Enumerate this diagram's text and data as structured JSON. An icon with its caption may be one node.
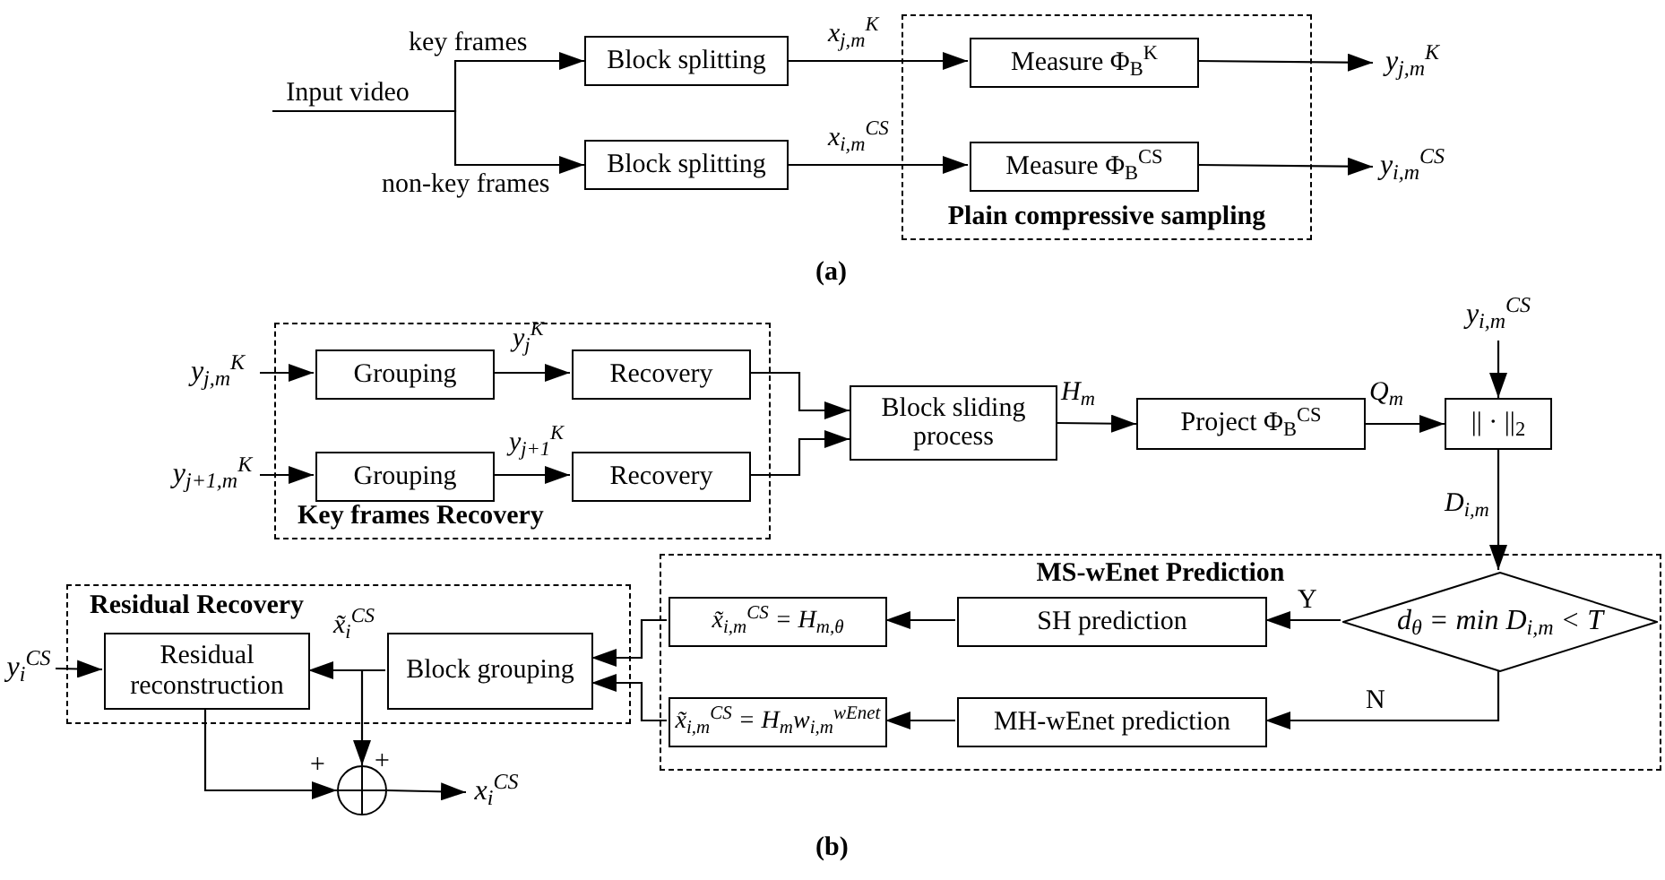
{
  "diagram": {
    "nodes": [
      {
        "text": [
          "Input video"
        ]
      },
      {
        "text": [
          "Block splitting"
        ]
      },
      {
        "text": [
          "Block splitting"
        ]
      },
      {
        "text": [
          "Plain compressive sampling"
        ]
      },
      {
        "text": [
          "Measure Φ$_{B}$$^{K}$"
        ],
        "in": 3
      },
      {
        "text": [
          "Measure Φ$_{B}$$^{CS}$"
        ],
        "in": 3
      },
      {
        "text": [
          "y$_{j,m}$$^{K}$"
        ]
      },
      {
        "text": [
          "y$_{i,m}$$^{CS}$"
        ]
      },
      {
        "text": [
          "y$_{j,m}$$^{K}$"
        ]
      },
      {
        "text": [
          "y$_{j+1,m}$$^{K}$"
        ]
      },
      {
        "text": [
          "Key frames Recovery"
        ]
      },
      {
        "text": [
          "Grouping"
        ],
        "in": 10
      },
      {
        "text": [
          "Recovery"
        ],
        "in": 10
      },
      {
        "text": [
          "Grouping"
        ],
        "in": 10
      },
      {
        "text": [
          "Recovery"
        ],
        "in": 10
      },
      {
        "text": [
          "Block sliding process"
        ]
      },
      {
        "text": [
          "Project Φ$_{B}$$^{CS}$"
        ]
      },
      {
        "text": [
          "y$_{i,m}$$^{CS}$"
        ]
      },
      {
        "text": [
          "|| · ||$_{2}$"
        ]
      },
      {
        "text": [
          "MS-wEnet Prediction"
        ]
      },
      {
        "text": [
          "d$_{θ}$ = min D$_{i,m}$ < T"
        ],
        "in": 19
      },
      {
        "text": [
          "SH prediction"
        ],
        "in": 19
      },
      {
        "text": [
          "MH-wEnet prediction"
        ],
        "in": 19
      },
      {
        "text": [
          "x̃$_{i,m}$$^{CS}$ = H$_{m,θ}$"
        ],
        "in": 19
      },
      {
        "text": [
          "x̃$_{i,m}$$^{CS}$ = H$_{m}$w$_{i,m}$$^{wEnet}$"
        ],
        "in": 19
      },
      {
        "text": [
          "Residual Recovery"
        ]
      },
      {
        "text": [
          "Residual reconstruction"
        ],
        "in": 25
      },
      {
        "text": [
          "Block grouping"
        ],
        "in": 25
      },
      {
        "text": [
          "y$_{i}$$^{CS}$"
        ]
      },
      {
        "text": [],
        "shape": "circle"
      },
      {
        "text": [
          "x$_{i}$$^{CS}$"
        ]
      }
    ],
    "edges": [
      {
        "from": 0,
        "to": 1,
        "arrow": "to",
        "label": "key frames"
      },
      {
        "from": 0,
        "to": 2,
        "arrow": "to",
        "label": "non-key frames"
      },
      {
        "from": 1,
        "to": 4,
        "arrow": "to",
        "label": "x$_{j,m}$$^{K}$"
      },
      {
        "from": 2,
        "to": 5,
        "arrow": "to",
        "label": "x$_{i,m}$$^{CS}$"
      },
      {
        "from": 4,
        "to": 6,
        "arrow": "to"
      },
      {
        "from": 5,
        "to": 7,
        "arrow": "to"
      },
      {
        "from": 8,
        "to": 11,
        "arrow": "to"
      },
      {
        "from": 11,
        "to": 12,
        "arrow": "to",
        "label": "y$_{j}$$^{K}$"
      },
      {
        "from": 9,
        "to": 13,
        "arrow": "to"
      },
      {
        "from": 13,
        "to": 14,
        "arrow": "to",
        "label": "y$_{j+1}$$^{K}$"
      },
      {
        "from": 12,
        "to": 15,
        "arrow": "to"
      },
      {
        "from": 14,
        "to": 15,
        "arrow": "to"
      },
      {
        "from": 15,
        "to": 16,
        "arrow": "to",
        "label": "H$_{m}$"
      },
      {
        "from": 16,
        "to": 18,
        "arrow": "to",
        "label": "Q$_{m}$"
      },
      {
        "from": 17,
        "to": 18,
        "arrow": "to"
      },
      {
        "from": 18,
        "to": 20,
        "arrow": "to",
        "label": "D$_{i,m}$"
      },
      {
        "from": 20,
        "to": 21,
        "arrow": "to",
        "label": "Y"
      },
      {
        "from": 20,
        "to": 22,
        "arrow": "to",
        "label": "N"
      },
      {
        "from": 21,
        "to": 23,
        "arrow": "to"
      },
      {
        "from": 22,
        "to": 24,
        "arrow": "to"
      },
      {
        "from": 23,
        "to": 27,
        "arrow": "to"
      },
      {
        "from": 24,
        "to": 27,
        "arrow": "to"
      },
      {
        "from": 27,
        "to": 26,
        "arrow": "to",
        "label": "x̃$_{i}$$^{CS}$"
      },
      {
        "from": 28,
        "to": 26,
        "arrow": "to"
      },
      {
        "from": 26,
        "to": 29,
        "arrow": "to",
        "label": "+"
      },
      {
        "from": 27,
        "to": 29,
        "arrow": "to",
        "label": "+"
      },
      {
        "from": 29,
        "to": 30,
        "arrow": "to"
      }
    ],
    "labels": [
      "(a)",
      "(b)"
    ]
  }
}
